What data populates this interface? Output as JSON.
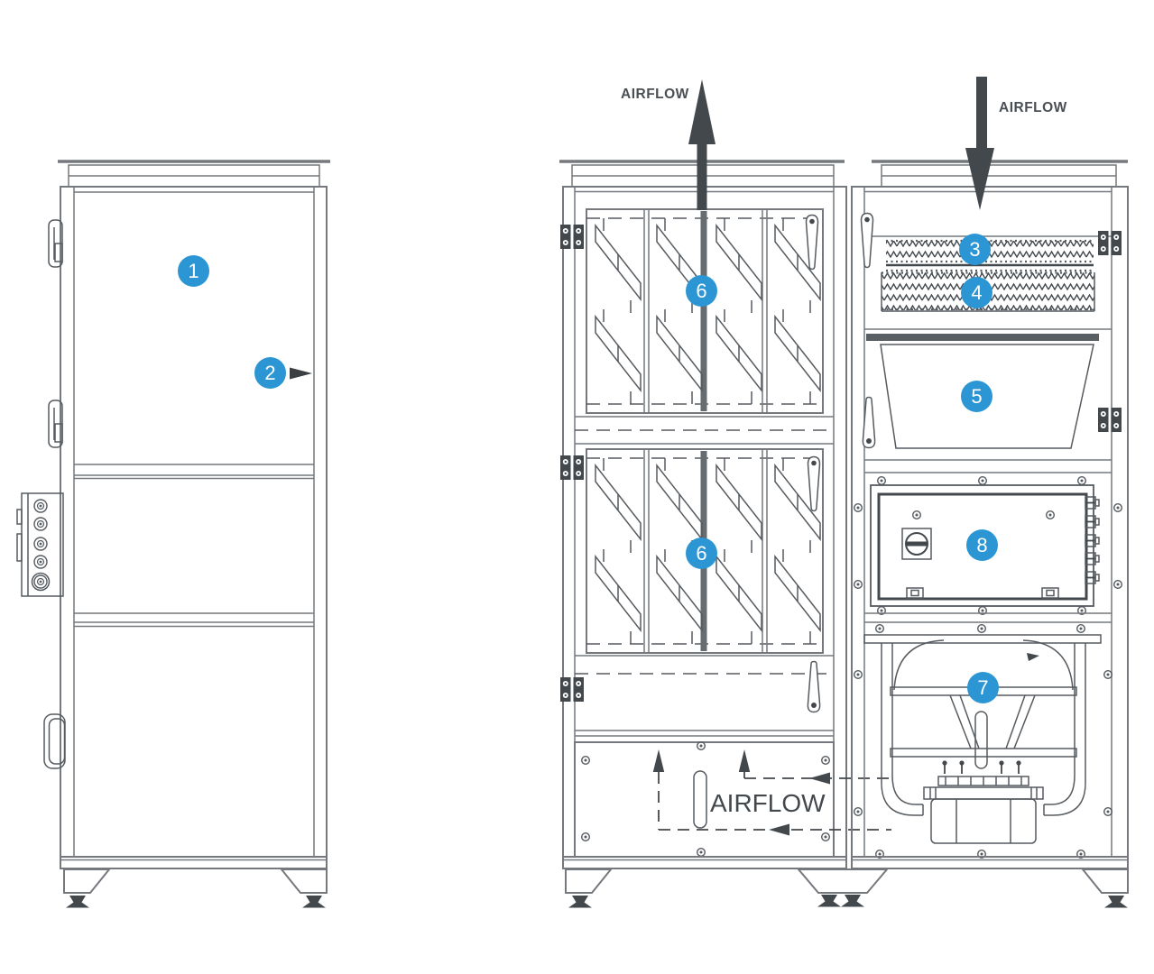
{
  "document": {
    "type": "technical line diagram",
    "subject": "Air filtration cabinet: closed front view and internal component views"
  },
  "labels": {
    "airflow_top_left": "AIRFLOW",
    "airflow_top_right": "AIRFLOW",
    "airflow_bottom": "AIRFLOW"
  },
  "callouts": [
    {
      "number": "1",
      "location": "front door panel of closed cabinet"
    },
    {
      "number": "2",
      "location": "door edge with pointer arrow"
    },
    {
      "number": "3",
      "location": "thin pre-filter pad"
    },
    {
      "number": "4",
      "location": "thick filter pad"
    },
    {
      "number": "5",
      "location": "bag filter"
    },
    {
      "number": "6",
      "location": "upper main filter bank"
    },
    {
      "number": "6",
      "location": "lower main filter bank"
    },
    {
      "number": "7",
      "location": "blower / fan assembly"
    },
    {
      "number": "8",
      "location": "electrical control box with rotary switch"
    }
  ],
  "colors": {
    "accent": "#2b96d3",
    "line": "#75797d",
    "mid": "#565b60",
    "dark": "#43484d",
    "label": "#4a4f54"
  }
}
